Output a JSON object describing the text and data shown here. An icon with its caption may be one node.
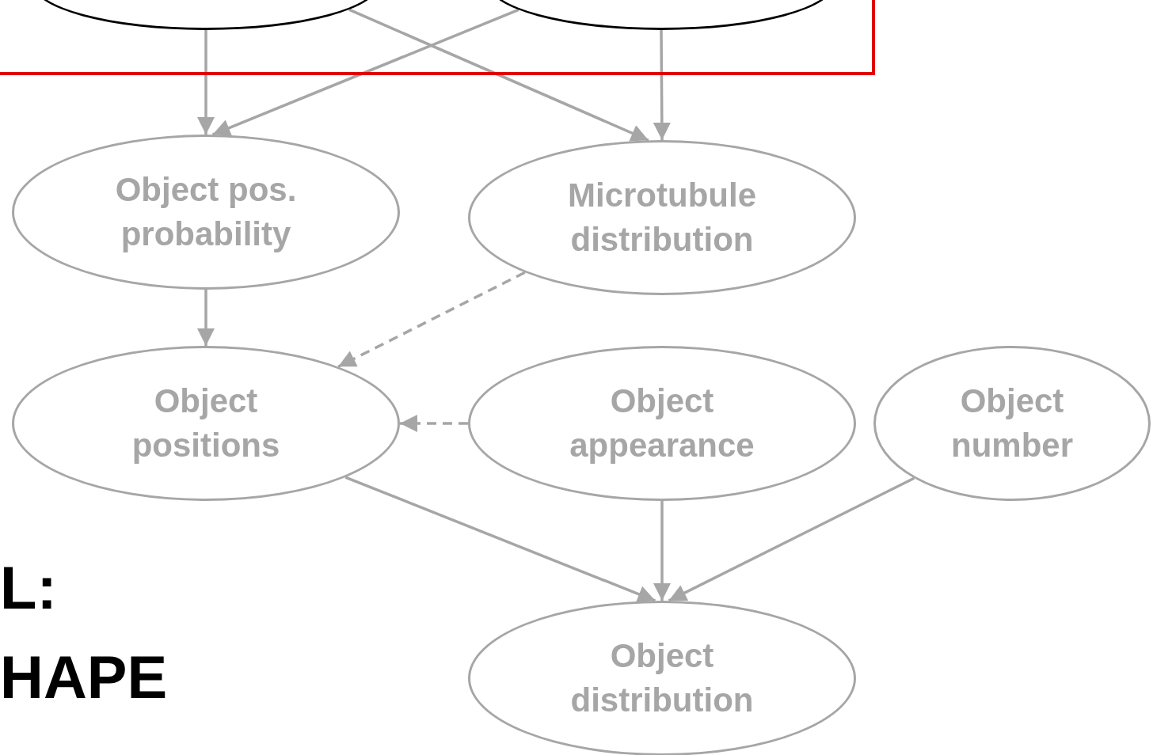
{
  "diagram": {
    "nodes": [
      {
        "text": [],
        "shape": "box"
      },
      {
        "text": [],
        "shape": "ellipse",
        "in": 0
      },
      {
        "text": [],
        "shape": "ellipse",
        "in": 0
      },
      {
        "text": [
          "Object pos. probability"
        ]
      },
      {
        "text": [
          "Microtubule distribution"
        ]
      },
      {
        "text": [
          "Object positions"
        ]
      },
      {
        "text": [
          "Object appearance"
        ]
      },
      {
        "text": [
          "Object number"
        ]
      },
      {
        "text": [
          "Object distribution"
        ]
      }
    ],
    "edges": [
      {
        "from": 1,
        "to": 3,
        "arrow": "to"
      },
      {
        "from": 1,
        "to": 4,
        "arrow": "to"
      },
      {
        "from": 2,
        "to": 3,
        "arrow": "to"
      },
      {
        "from": 2,
        "to": 4,
        "arrow": "to"
      },
      {
        "from": 3,
        "to": 5,
        "arrow": "to"
      },
      {
        "from": 4,
        "to": 5,
        "arrow": "to",
        "style": "dashed"
      },
      {
        "from": 6,
        "to": 5,
        "arrow": "to",
        "style": "dashed"
      },
      {
        "from": 5,
        "to": 8,
        "arrow": "to"
      },
      {
        "from": 6,
        "to": 8,
        "arrow": "to"
      },
      {
        "from": 7,
        "to": 8,
        "arrow": "to"
      }
    ],
    "labels": [
      "L:",
      "HAPE"
    ]
  }
}
